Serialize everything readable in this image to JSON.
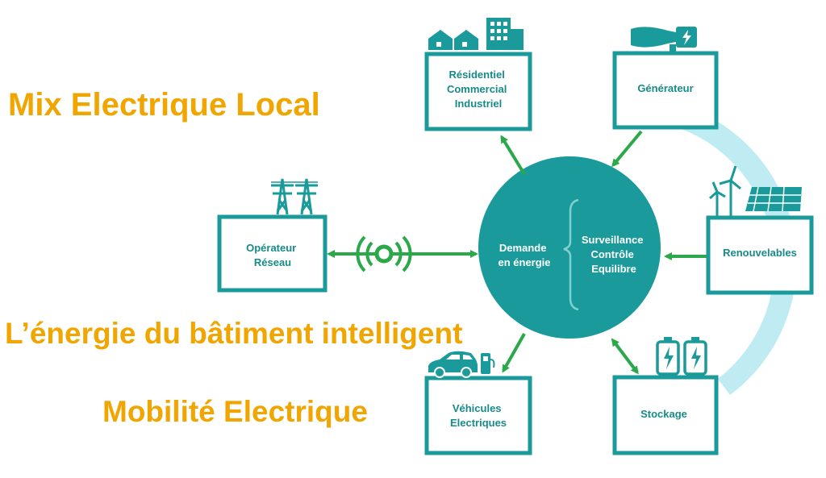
{
  "headlines": {
    "mix": "Mix Electrique Local",
    "batiment": "L’énergie du bâtiment intelligent",
    "mobilite": "Mobilité Electrique"
  },
  "hub": {
    "left_lines": [
      "Demande",
      "en énergie"
    ],
    "right_lines": [
      "Surveillance",
      "Contrôle",
      "Equilibre"
    ]
  },
  "nodes": {
    "residentiel": [
      "Résidentiel",
      "Commercial",
      "Industriel"
    ],
    "generateur": [
      "Générateur"
    ],
    "renouvelables": [
      "Renouvelables"
    ],
    "stockage": [
      "Stockage"
    ],
    "vehicules": [
      "Véhicules",
      "Electriques"
    ],
    "operateur": [
      "Opérateur",
      "Réseau"
    ]
  },
  "icons": {
    "residentiel": "buildings-icon",
    "generateur": "generator-icon",
    "renouvelables": "wind-solar-icon",
    "stockage": "battery-icon",
    "vehicules": "electric-car-icon",
    "operateur": "power-pylon-icon",
    "link": "wireless-signal-icon"
  },
  "colors": {
    "headline": "#f0a500",
    "teal": "#1a9a9a",
    "teal_dark": "#147f80",
    "arrow": "#2aa84a",
    "arc": "#bfecf2",
    "node_text": "#178a8a"
  }
}
